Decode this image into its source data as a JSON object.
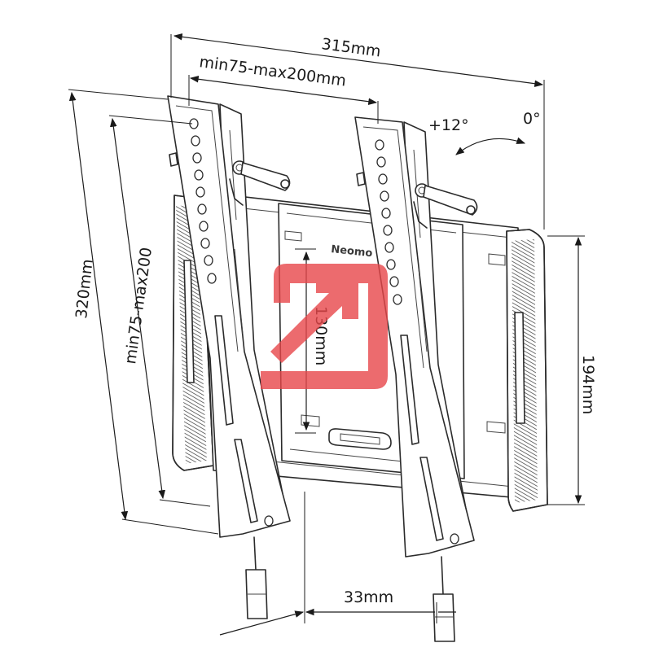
{
  "dimensions": {
    "overall_width": "315mm",
    "vesa_horizontal": "min75-max200mm",
    "overall_height": "320mm",
    "vesa_vertical": "min75-max200",
    "plate_height": "194mm",
    "center_height": "130mm",
    "depth": "33mm"
  },
  "tilt": {
    "positive": "+12°",
    "zero": "0°"
  },
  "brand": "Neomo",
  "colors": {
    "line": "#2b2b2b",
    "watermark": "#e8474a"
  },
  "watermark_icon": "external-link-arrow-icon"
}
